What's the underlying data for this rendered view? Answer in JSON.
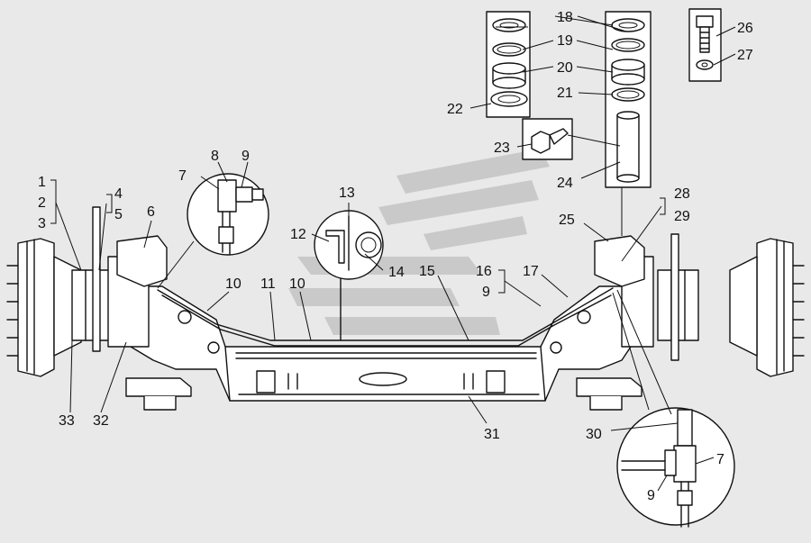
{
  "labels": {
    "n1": "1",
    "n2": "2",
    "n3": "3",
    "n4": "4",
    "n5": "5",
    "n6": "6",
    "n7a": "7",
    "n8": "8",
    "n9a": "9",
    "n10a": "10",
    "n10b": "10",
    "n11": "11",
    "n12": "12",
    "n13": "13",
    "n14": "14",
    "n15": "15",
    "n16": "16",
    "n9b": "9",
    "n17": "17",
    "n18": "18",
    "n19": "19",
    "n20": "20",
    "n21": "21",
    "n22": "22",
    "n23": "23",
    "n24": "24",
    "n25": "25",
    "n26": "26",
    "n27": "27",
    "n28": "28",
    "n29": "29",
    "n30": "30",
    "n7b": "7",
    "n9c": "9",
    "n31": "31",
    "n32": "32",
    "n33": "33"
  },
  "colors": {
    "background": "#e9e9e9",
    "line": "#111111",
    "part_fill": "#ffffff",
    "watermark": "#c4c4c4"
  }
}
